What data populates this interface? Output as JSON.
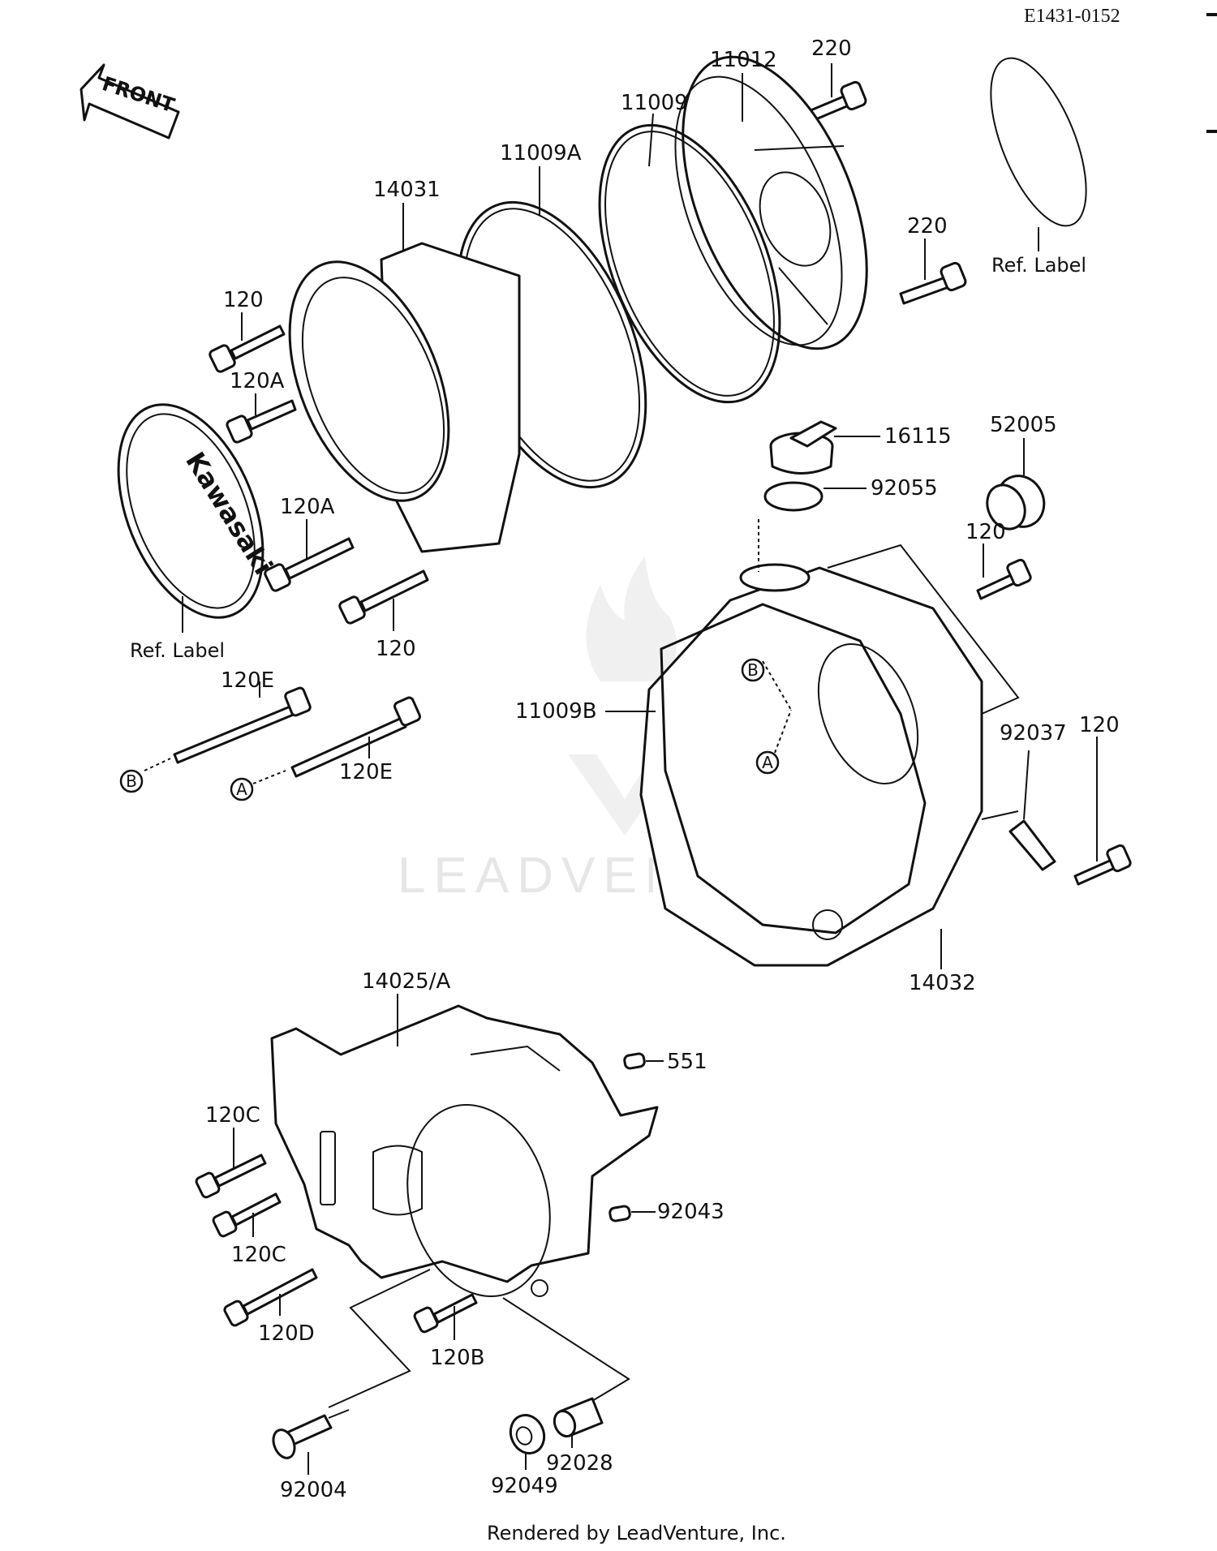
{
  "diagram": {
    "code": "E1431-0152",
    "front_label": "FRONT",
    "brand_on_label": "Kawasaki",
    "watermark": "LEADVENTURE",
    "footer": "Rendered by LeadVenture, Inc.",
    "callouts": {
      "a": "A",
      "b": "B"
    },
    "labels": {
      "p220_top": "220",
      "p11012": "11012",
      "p11009": "11009",
      "p11009A": "11009A",
      "p14031": "14031",
      "p220_mid": "220",
      "ref_label_right": "Ref. Label",
      "p120_top": "120",
      "p120A_top": "120A",
      "p120A_mid": "120A",
      "p120_mid": "120",
      "ref_label_left": "Ref. Label",
      "p120E_left": "120E",
      "p120E_right": "120E",
      "p16115": "16115",
      "p92055": "92055",
      "p52005": "52005",
      "p120_right": "120",
      "p11009B": "11009B",
      "p92037": "92037",
      "p120_far_right": "120",
      "p14032": "14032",
      "p14025A": "14025/A",
      "p551": "551",
      "p120C_top": "120C",
      "p120C_bottom": "120C",
      "p92043": "92043",
      "p120D": "120D",
      "p120B": "120B",
      "p92004": "92004",
      "p92028": "92028",
      "p92049": "92049"
    }
  }
}
